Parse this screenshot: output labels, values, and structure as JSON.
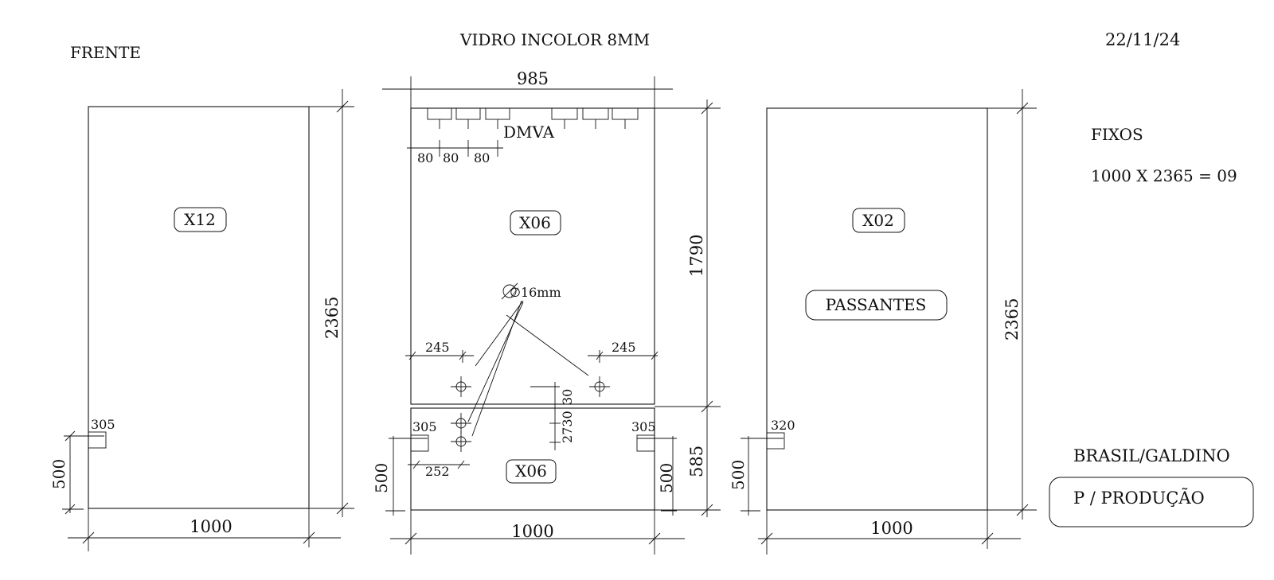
{
  "header": {
    "title": "VIDRO INCOLOR 8MM",
    "view_label": "FRENTE",
    "date": "22/11/24"
  },
  "panel_left": {
    "qty_tag": "X12",
    "width": "1000",
    "height": "2365",
    "notch_width": "305",
    "notch_height": "500"
  },
  "panel_center": {
    "top_width": "985",
    "brand_label": "DMVA",
    "slot_spacing": [
      "80",
      "80",
      "80"
    ],
    "qty_tag_upper": "X06",
    "hole_diameter": "∅16mm",
    "hole_offset_left": "245",
    "hole_offset_right": "245",
    "upper_height": "1790",
    "lower_height": "585",
    "gap_value": "30",
    "hole_pair_value": "2730",
    "notch_left_width": "305",
    "notch_right_width": "305",
    "lower_hole_offset": "252",
    "notch_left_height": "500",
    "notch_right_height": "500",
    "qty_tag_lower": "X06",
    "bottom_width": "1000"
  },
  "panel_right": {
    "qty_tag": "X02",
    "type_tag": "PASSANTES",
    "width": "1000",
    "height": "2365",
    "notch_width": "320",
    "notch_height": "500"
  },
  "notes": {
    "fixed_title": "FIXOS",
    "fixed_formula": "1000 X 2365 = 09",
    "client": "BRASIL/GALDINO",
    "status": "P / PRODUÇÃO"
  }
}
